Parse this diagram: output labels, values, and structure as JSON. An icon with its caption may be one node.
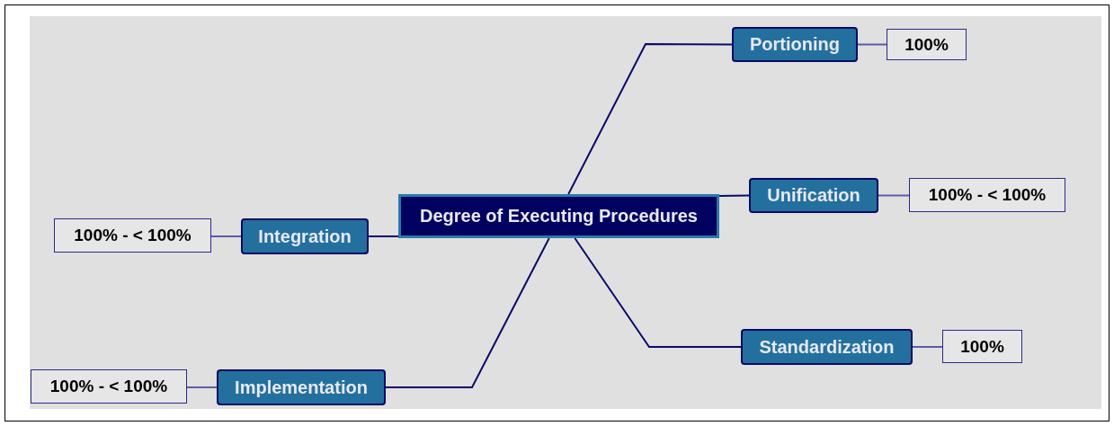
{
  "diagram": {
    "nodes": [
      {
        "text": [
          "Degree of Executing Procedures"
        ]
      },
      {
        "text": [
          "Portioning"
        ]
      },
      {
        "text": [
          "100%"
        ]
      },
      {
        "text": [
          "Unification"
        ]
      },
      {
        "text": [
          "100% - < 100%"
        ]
      },
      {
        "text": [
          "Integration"
        ]
      },
      {
        "text": [
          "100% - < 100%"
        ]
      },
      {
        "text": [
          "Standardization"
        ]
      },
      {
        "text": [
          "100%"
        ]
      },
      {
        "text": [
          "Implementation"
        ]
      },
      {
        "text": [
          "100% - < 100%"
        ]
      }
    ],
    "edges": [
      {
        "from": 0,
        "to": 1,
        "arrow": "none"
      },
      {
        "from": 0,
        "to": 3,
        "arrow": "none"
      },
      {
        "from": 0,
        "to": 7,
        "arrow": "none"
      },
      {
        "from": 0,
        "to": 9,
        "arrow": "none"
      },
      {
        "from": 0,
        "to": 5,
        "arrow": "none"
      },
      {
        "from": 1,
        "to": 2,
        "arrow": "none",
        "color": "#5c5ca8"
      },
      {
        "from": 3,
        "to": 4,
        "arrow": "none",
        "color": "#5c5ca8"
      },
      {
        "from": 7,
        "to": 8,
        "arrow": "none",
        "color": "#5c5ca8"
      },
      {
        "from": 5,
        "to": 6,
        "arrow": "none",
        "color": "#5c5ca8"
      },
      {
        "from": 9,
        "to": 10,
        "arrow": "none",
        "color": "#5c5ca8"
      }
    ]
  }
}
